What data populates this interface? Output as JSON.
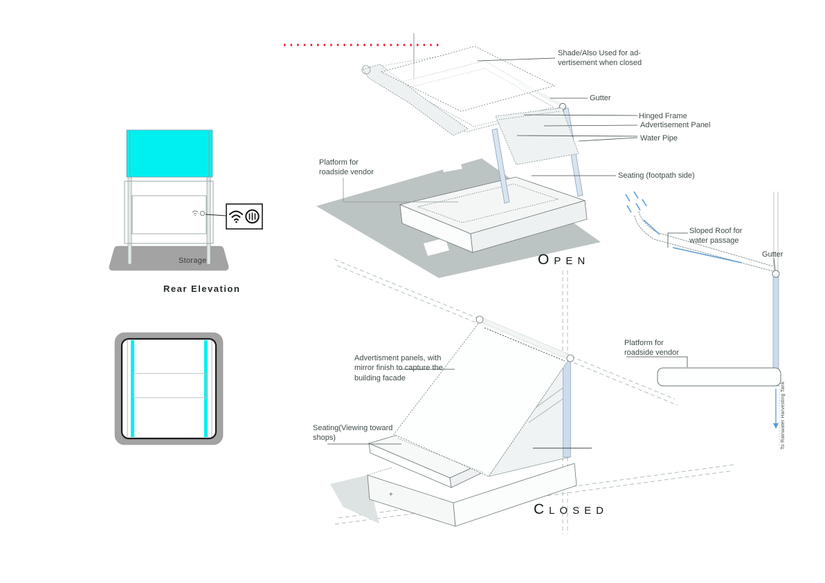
{
  "colors": {
    "cyan_panel": "#00F0F0",
    "water_blue": "#5B9BD5",
    "pipe_fill": "#CCDCEC",
    "base_gray": "#A3A3A3",
    "shadow_gray": "#BCC3C3",
    "red_dotted_line": "#EC1C2E",
    "line_gray": "#6A7575",
    "text_dark": "#3F4A4A"
  },
  "rear_elevation": {
    "title": "Rear Elevation",
    "storage_label": "Storage",
    "callout_icons": [
      {
        "name": "wifi-icon"
      },
      {
        "name": "charging-icon"
      }
    ]
  },
  "open_view": {
    "state_label": "Open",
    "labels": {
      "shade": {
        "lines": [
          "Shade/Also Used for ad-",
          "vertisement when closed"
        ]
      },
      "gutter": "Gutter",
      "hinged_frame": "Hinged Frame",
      "advertisement_panel": "Advertisement Panel",
      "water_pipe": "Water Pipe",
      "seating": "Seating (footpath side)",
      "platform": {
        "lines": [
          "Platform for",
          "roadside vendor"
        ]
      }
    }
  },
  "closed_view": {
    "state_label": "Closed",
    "plus_marker": "+",
    "labels": {
      "advert_panels": {
        "lines": [
          "Advertisment panels, with",
          "mirror finish to capture the",
          "building facade"
        ]
      },
      "seating": {
        "lines": [
          "Seating(Viewing toward",
          "shops)"
        ]
      }
    }
  },
  "profile_view": {
    "labels": {
      "sloped_roof": {
        "lines": [
          "Sloped Roof for",
          "water passage"
        ]
      },
      "gutter": "Gutter",
      "platform": {
        "lines": [
          "Platform for",
          "roadside vendor"
        ]
      },
      "rainwater_pipe": "To Rainwater Harvesting Tank"
    }
  }
}
